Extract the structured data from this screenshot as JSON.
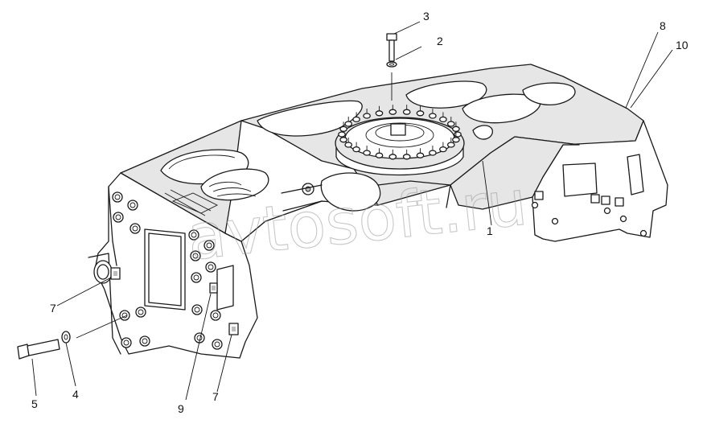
{
  "diagram": {
    "watermark": "avtosoft.ru",
    "callouts": [
      {
        "id": "c1",
        "text": "1"
      },
      {
        "id": "c2",
        "text": "2"
      },
      {
        "id": "c3",
        "text": "3"
      },
      {
        "id": "c4",
        "text": "4"
      },
      {
        "id": "c5",
        "text": "5"
      },
      {
        "id": "c7a",
        "text": "7"
      },
      {
        "id": "c7b",
        "text": "7"
      },
      {
        "id": "c8",
        "text": "8"
      },
      {
        "id": "c9",
        "text": "9"
      },
      {
        "id": "c10",
        "text": "10"
      }
    ]
  }
}
